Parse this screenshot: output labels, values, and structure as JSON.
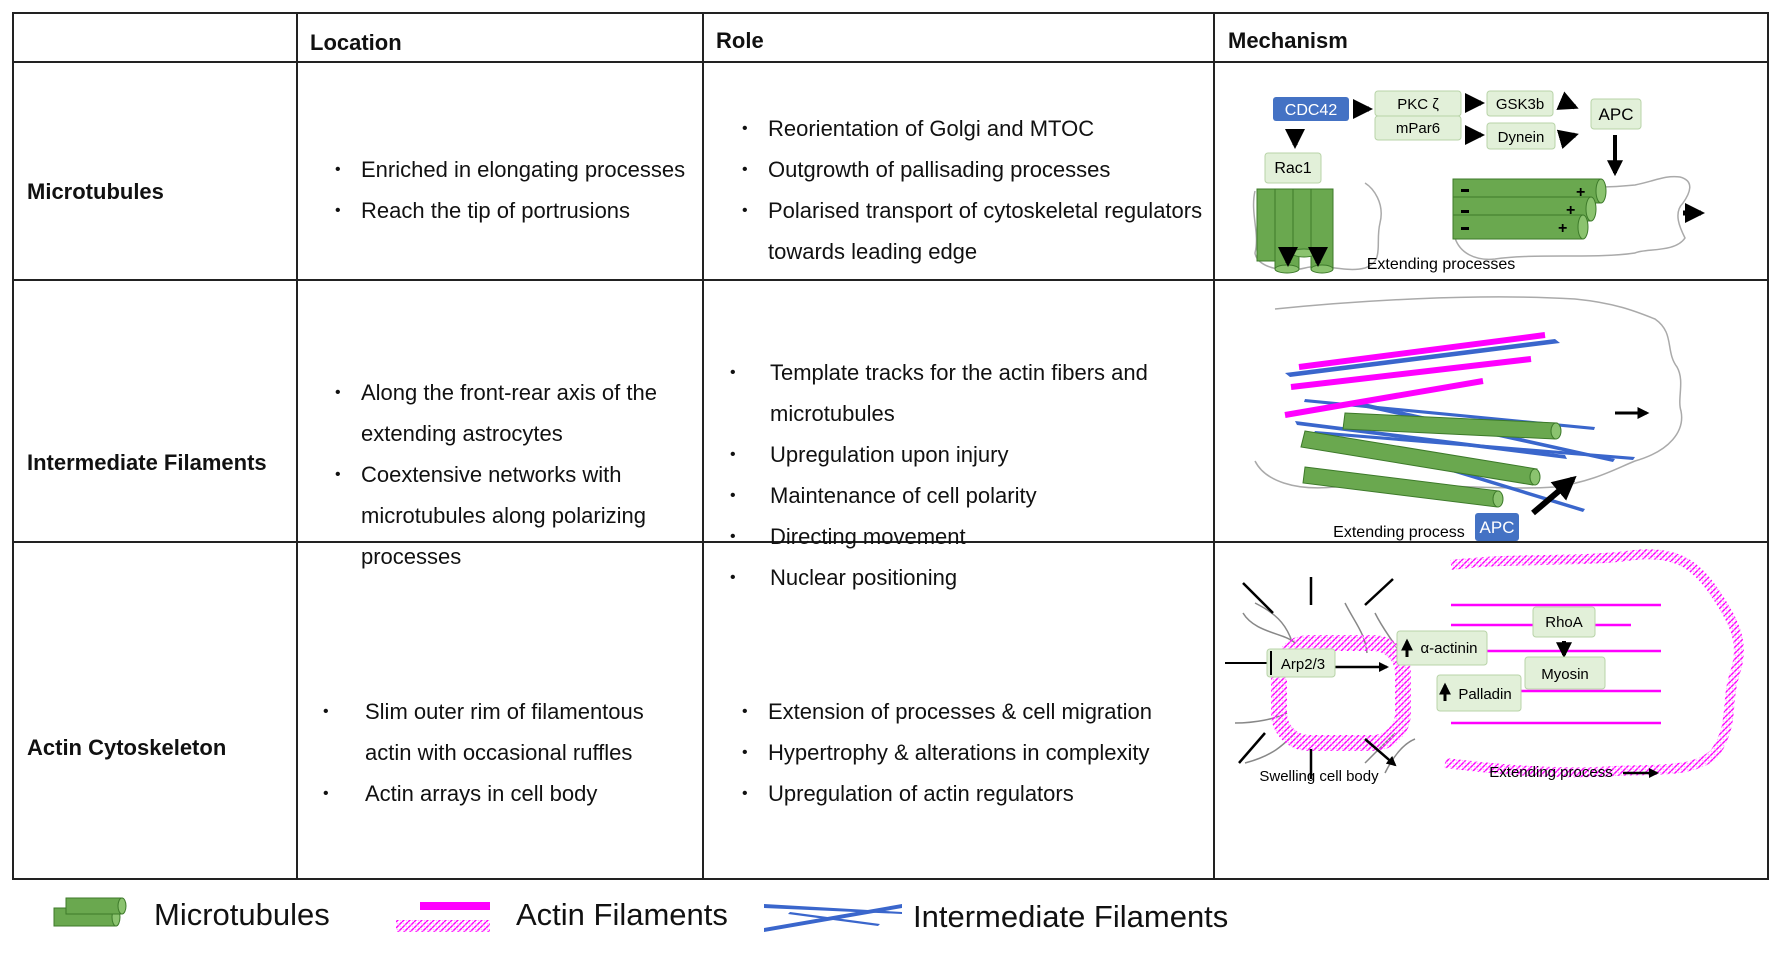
{
  "table": {
    "headers": {
      "location": "Location",
      "role": "Role",
      "mechanism": "Mechanism"
    },
    "rows": [
      {
        "label": "Microtubules",
        "location": [
          "Enriched in elongating processes",
          "Reach the tip of portrusions"
        ],
        "role": [
          "Reorientation of Golgi and MTOC",
          "Outgrowth of pallisading processes",
          "Polarised transport of cytoskeletal regulators",
          "towards leading edge"
        ]
      },
      {
        "label": "Intermediate Filaments",
        "location": [
          "Along the front-rear axis of the",
          "extending astrocytes",
          "Coextensive networks with",
          "microtubules along polarizing",
          "processes"
        ],
        "role": [
          "Template tracks for the actin fibers and",
          "microtubules",
          "Upregulation upon injury",
          "Maintenance of cell polarity",
          "Directing movement",
          "Nuclear positioning"
        ]
      },
      {
        "label": "Actin Cytoskeleton",
        "location": [
          "Slim outer rim of filamentous",
          "actin with occasional ruffles",
          "Actin arrays in cell body"
        ],
        "role": [
          "Extension of processes & cell migration",
          "Hypertrophy & alterations in complexity",
          "Upregulation of actin regulators"
        ]
      }
    ]
  },
  "mechanism": {
    "mt": {
      "cdc42": "CDC42",
      "pkc": "PKC ζ",
      "mpar6": "mPar6",
      "gsk3b": "GSK3b",
      "dynein": "Dynein",
      "apc": "APC",
      "rac1": "Rac1",
      "caption": "Extending processes"
    },
    "if": {
      "apc": "APC",
      "caption": "Extending process"
    },
    "actin": {
      "arp23": "Arp2/3",
      "alpha_actinin": "α-actinin",
      "palladin": "Palladin",
      "rhoa": "RhoA",
      "myosin": "Myosin",
      "caption_left": "Swelling cell body",
      "caption_right": "Extending process"
    }
  },
  "legend": {
    "microtubules": "Microtubules",
    "actin": "Actin Filaments",
    "intermediate": "Intermediate Filaments"
  },
  "colors": {
    "mt_green": "#6aa84f",
    "mt_dark": "#3d7a2a",
    "actin_magenta": "#ff00ff",
    "if_blue": "#3a66cc",
    "badge_blue": "#4472c4",
    "box_green": "#e2f0d9"
  }
}
